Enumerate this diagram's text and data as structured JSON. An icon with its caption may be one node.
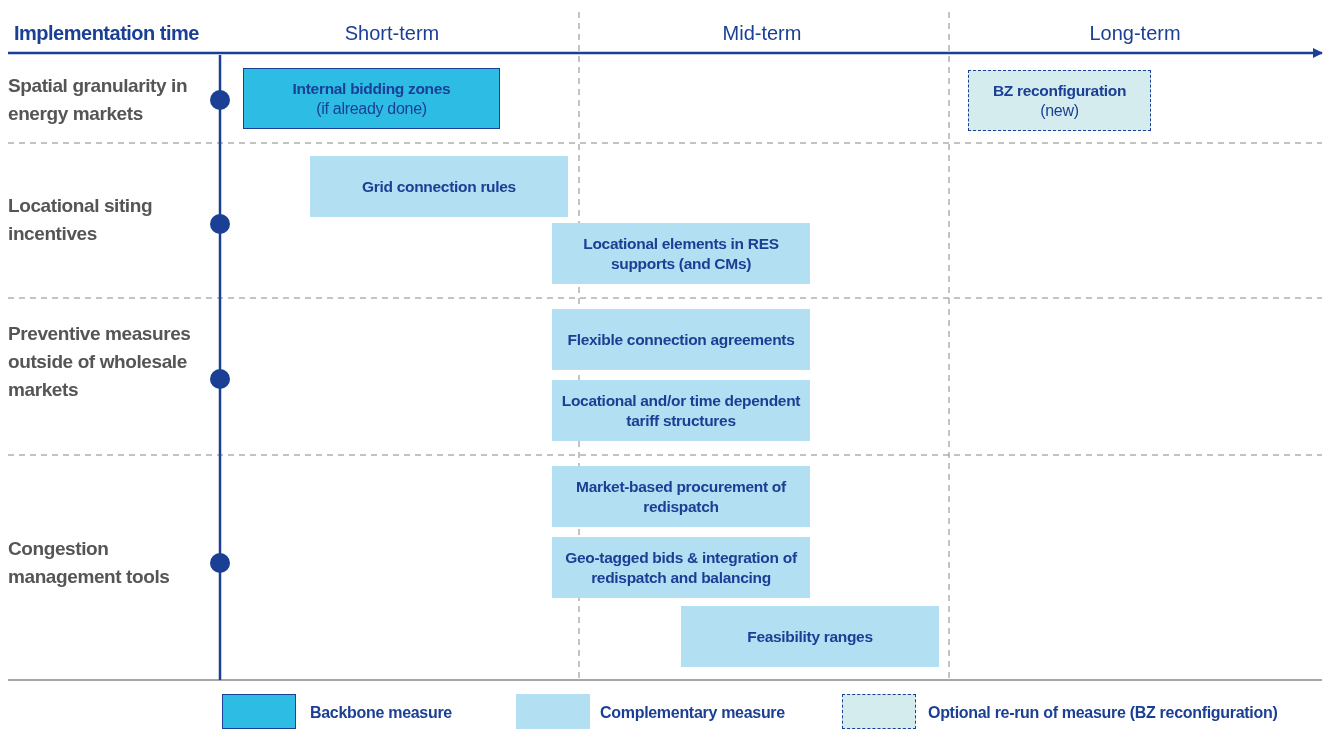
{
  "diagram": {
    "nodes": [
      {
        "text": [
          "Internal bidding zones",
          "(if already done)"
        ]
      },
      {
        "text": [
          "BZ reconfiguration",
          "(new)"
        ]
      },
      {
        "text": [
          "Grid connection rules"
        ]
      },
      {
        "text": [
          "Locational elements in RES supports (and CMs)"
        ]
      },
      {
        "text": [
          "Flexible connection agreements"
        ]
      },
      {
        "text": [
          "Locational and/or time dependent tariff structures"
        ]
      },
      {
        "text": [
          "Market-based procurement of redispatch"
        ]
      },
      {
        "text": [
          "Geo-tagged bids & integration of redispatch and balancing"
        ]
      },
      {
        "text": [
          "Feasibility ranges"
        ]
      }
    ],
    "edges": [],
    "labels": [
      "Implementation time",
      "Short-term",
      "Mid-term",
      "Long-term",
      "Spatial granularity in energy markets",
      "Locational siting incentives",
      "Preventive measures outside of wholesale markets",
      "Congestion management tools"
    ],
    "legend": [
      {
        "text": "Backbone measure",
        "color": "#2dbce4"
      },
      {
        "text": "Complementary measure",
        "color": "#b3dff2"
      },
      {
        "text": "Optional re-run of measure (BZ reconfiguration)",
        "color": "#d5ecef"
      }
    ]
  }
}
